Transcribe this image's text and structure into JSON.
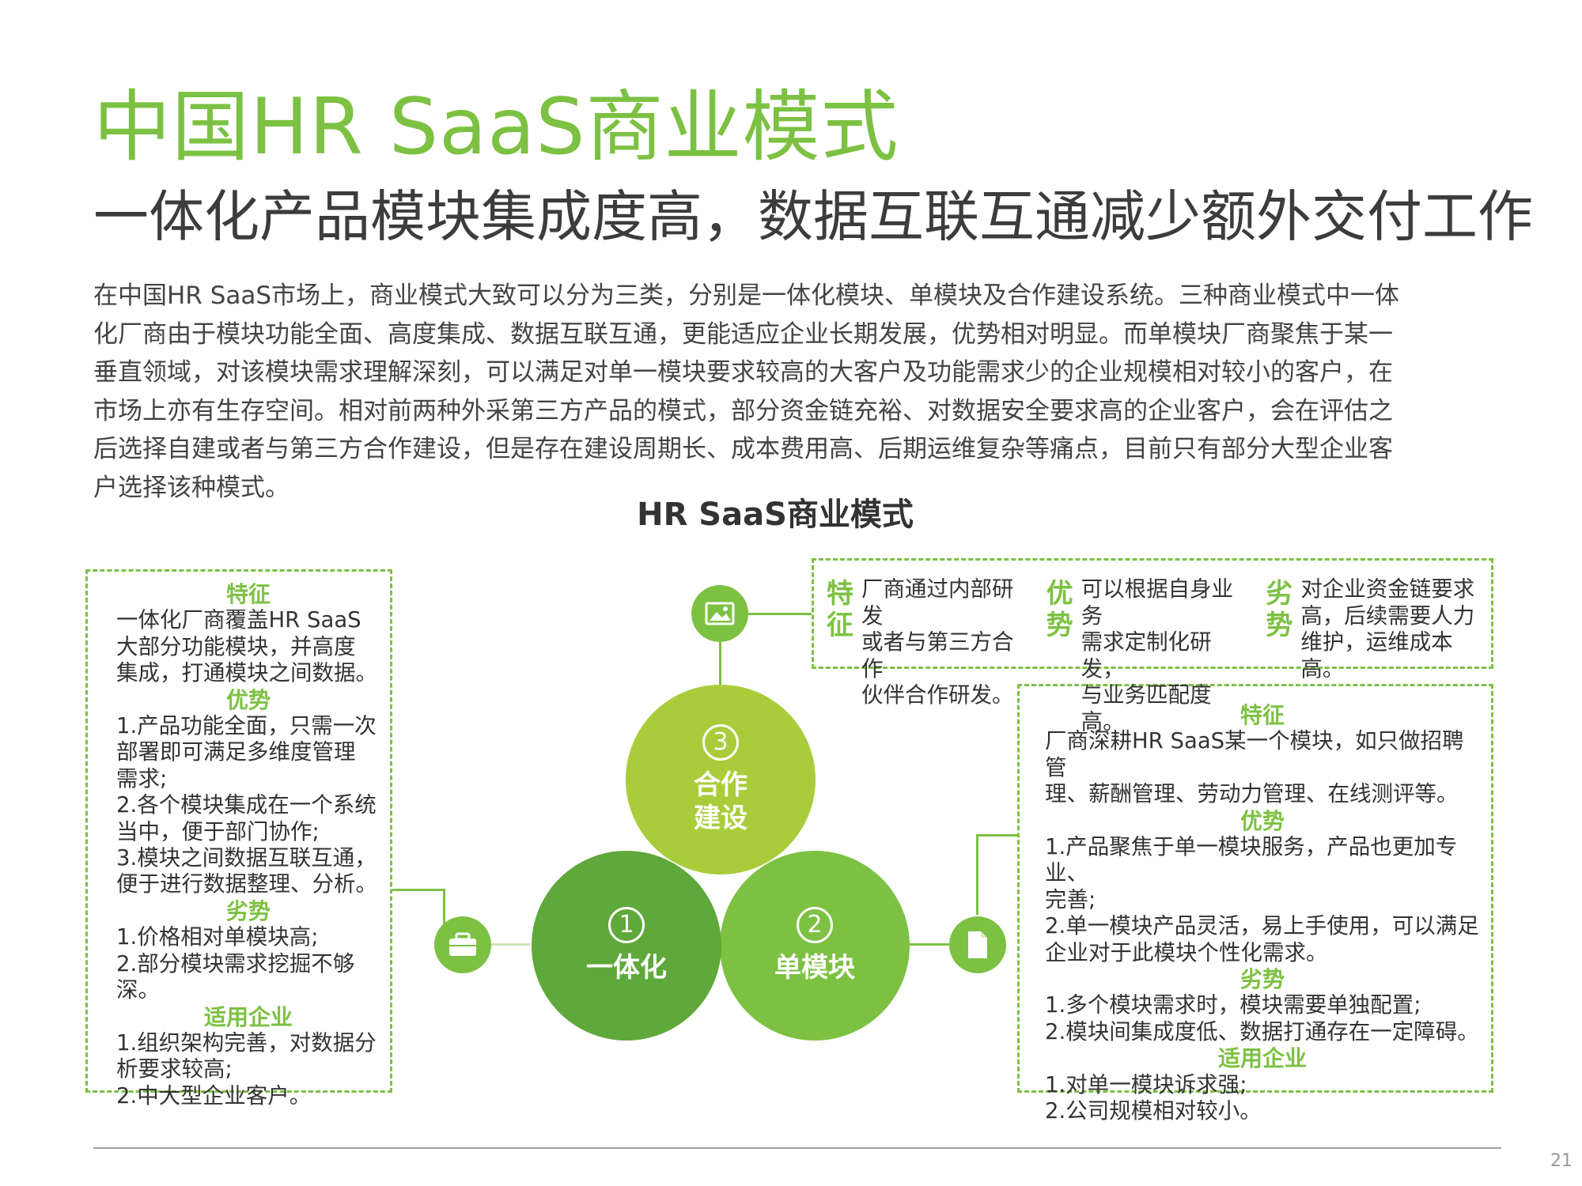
{
  "title": "中国HR SaaS商业模式",
  "subtitle": "一体化产品模块集成度高，数据互联互通减少额外交付工作",
  "intro": [
    "在中国HR SaaS市场上，商业模式大致可以分为三类，分别是一体化模块、单模块及合作建设系统。三种商业模式中一体",
    "化厂商由于模块功能全面、高度集成、数据互联互通，更能适应企业长期发展，优势相对明显。而单模块厂商聚焦于某一",
    "垂直领域，对该模块需求理解深刻，可以满足对单一模块要求较高的大客户及功能需求少的企业规模相对较小的客户，在",
    "市场上亦有生存空间。相对前两种外采第三方产品的模式，部分资金链充裕、对数据安全要求高的企业客户，会在评估之",
    "后选择自建或者与第三方合作建设，但是存在建设周期长、成本费用高、后期运维复杂等痛点，目前只有部分大型企业客",
    "户选择该种模式。"
  ],
  "diagram_title": "HR SaaS商业模式",
  "circles": {
    "c1": {
      "num": "1",
      "label": "一体化",
      "color": "#5fa83b"
    },
    "c2": {
      "num": "2",
      "label": "单模块",
      "color": "#7dc143"
    },
    "c3": {
      "num": "3",
      "label_1": "合作",
      "label_2": "建设",
      "color": "#a9cd3a"
    }
  },
  "left_box": {
    "h_feature": "特征",
    "feature": [
      "一体化厂商覆盖HR SaaS",
      "大部分功能模块，并高度",
      "集成，打通模块之间数据。"
    ],
    "h_adv": "优势",
    "adv": [
      "1.产品功能全面，只需一次",
      "部署即可满足多维度管理",
      "需求;",
      "2.各个模块集成在一个系统",
      "当中，便于部门协作;",
      "3.模块之间数据互联互通，",
      "便于进行数据整理、分析。"
    ],
    "h_dis": "劣势",
    "dis": [
      "1.价格相对单模块高;",
      "2.部分模块需求挖掘不够深。"
    ],
    "h_fit": "适用企业",
    "fit": [
      "1.组织架构完善，对数据分",
      "析要求较高;",
      "2.中大型企业客户。"
    ]
  },
  "right_box": {
    "h_feature": "特征",
    "feature": [
      "厂商深耕HR SaaS某一个模块，如只做招聘管",
      "理、薪酬管理、劳动力管理、在线测评等。"
    ],
    "h_adv": "优势",
    "adv": [
      "1.产品聚焦于单一模块服务，产品也更加专业、",
      "完善;",
      "2.单一模块产品灵活，易上手使用，可以满足",
      "企业对于此模块个性化需求。"
    ],
    "h_dis": "劣势",
    "dis": [
      "1.多个模块需求时，模块需要单独配置;",
      "2.模块间集成度低、数据打通存在一定障碍。"
    ],
    "h_fit": "适用企业",
    "fit": [
      "1.对单一模块诉求强;",
      "2.公司规模相对较小。"
    ]
  },
  "top_box": {
    "l_feature": [
      "特",
      "征"
    ],
    "feature": [
      "厂商通过内部研发",
      "或者与第三方合作",
      "伙伴合作研发。"
    ],
    "l_adv": [
      "优",
      "势"
    ],
    "adv": [
      "可以根据自身业务",
      "需求定制化研发，",
      "与业务匹配度高。"
    ],
    "l_dis": [
      "劣",
      "势"
    ],
    "dis": [
      "对企业资金链要求",
      "高，后续需要人力",
      "维护，运维成本高。"
    ]
  },
  "icons": [
    "briefcase-icon",
    "document-icon",
    "image-icon"
  ],
  "accent_color": "#7dc143",
  "page_number": "21"
}
